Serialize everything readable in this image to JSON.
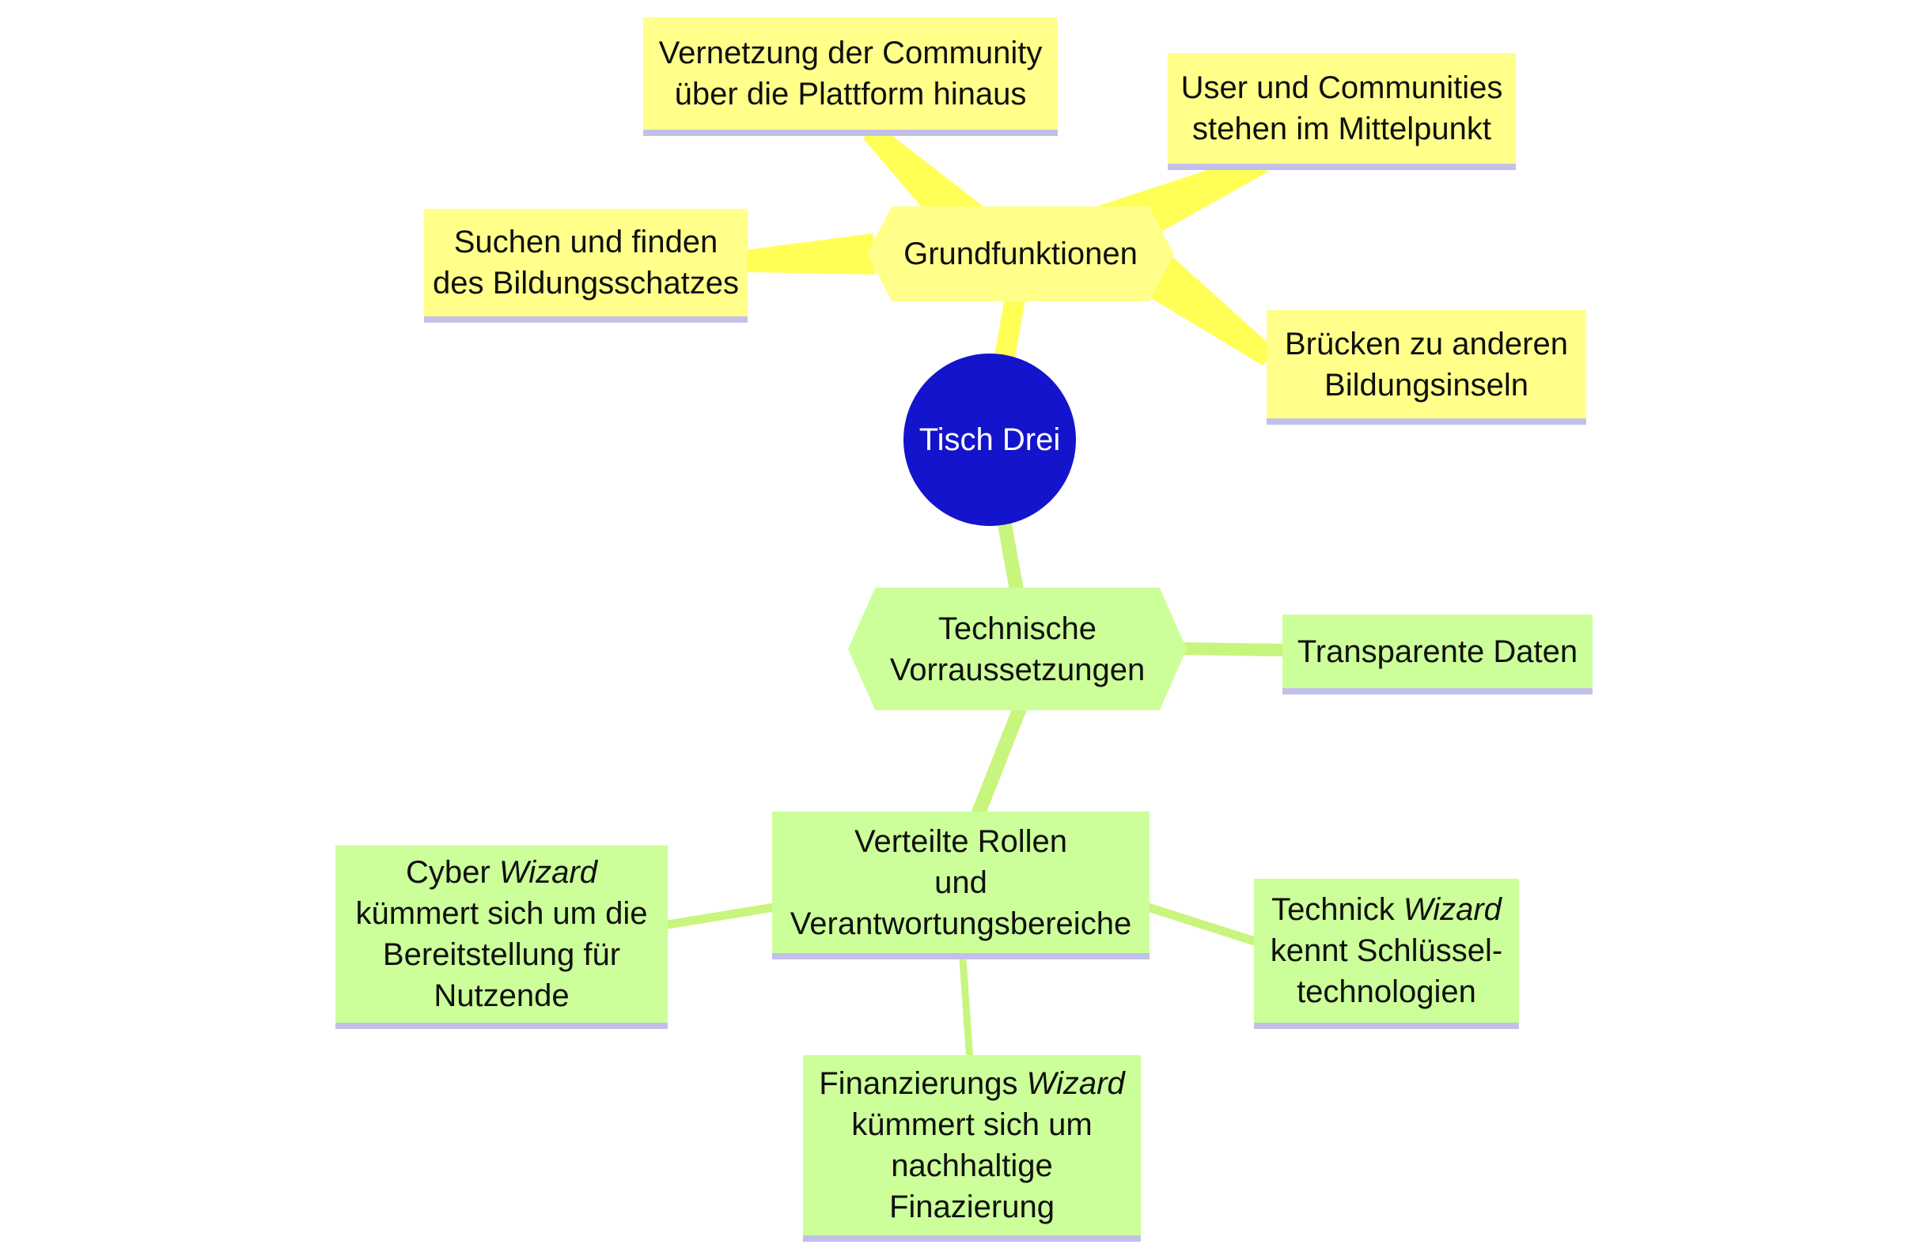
{
  "colors": {
    "box_yellow": "#ffff8a",
    "line_yellow": "#ffff55",
    "box_green": "#ccff99",
    "line_green": "#c8f57e",
    "root_blue": "#1414cc",
    "shadow_lavender": "#c2c0e8"
  },
  "nodes": {
    "root": {
      "label": "Tisch Drei"
    },
    "grundfunktionen": {
      "label": "Grundfunktionen"
    },
    "vernetzung": {
      "lines": [
        "Vernetzung der Community",
        "über die Plattform hinaus"
      ]
    },
    "user_communities": {
      "lines": [
        "User und Communities",
        "stehen im Mittelpunkt"
      ]
    },
    "suchen": {
      "lines": [
        "Suchen und finden",
        "des Bildungsschatzes"
      ]
    },
    "bruecken": {
      "lines": [
        "Brücken zu anderen",
        "Bildungsinseln"
      ]
    },
    "technische": {
      "lines": [
        "Technische",
        "Vorraussetzungen"
      ]
    },
    "transparente": {
      "label": "Transparente Daten"
    },
    "verteilte": {
      "lines": [
        "Verteilte Rollen",
        "und",
        "Verantwortungsbereiche"
      ]
    },
    "cyber": {
      "lead": "Cyber",
      "lead_italic": "Wizard",
      "lines": [
        "kümmert sich um die",
        "Bereitstellung für",
        "Nutzende"
      ]
    },
    "technick": {
      "lead": "Technick",
      "lead_italic": "Wizard",
      "lines": [
        "kennt Schlüssel-",
        "technologien"
      ]
    },
    "finanzierung": {
      "lead": "Finanzierungs",
      "lead_italic": "Wizard",
      "lines": [
        "kümmert sich um",
        "nachhaltige",
        "Finazierung"
      ]
    }
  }
}
